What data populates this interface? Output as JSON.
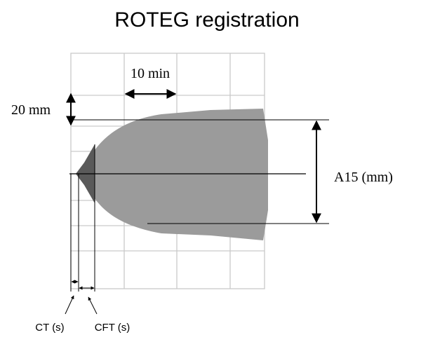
{
  "title": "ROTEG registration",
  "labels": {
    "time_scale": "10 min",
    "amplitude_scale": "20 mm",
    "amplitude_measure": "A15 (mm)",
    "clotting_time": "CT (s)",
    "clot_formation_time": "CFT (s)"
  },
  "colors": {
    "trace_fill": "#9b9b9b",
    "trace_dark": "#5a5a5a",
    "grid": "#c9c9c9",
    "lines": "#000000"
  }
}
